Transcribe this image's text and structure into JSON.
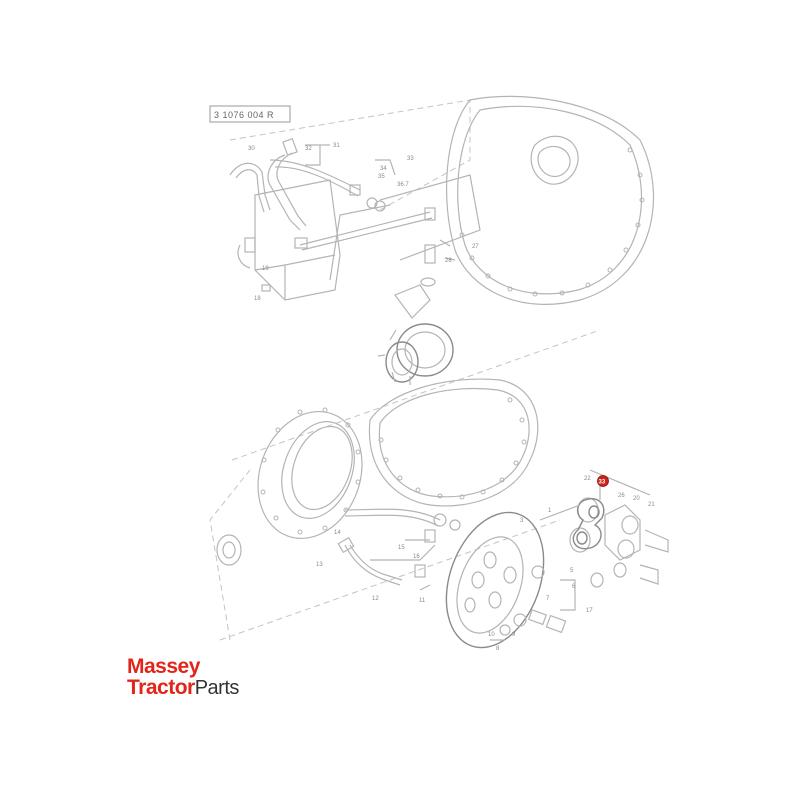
{
  "diagram": {
    "reference_code": "3 1076 004 R",
    "labels": [
      {
        "id": "p31",
        "text": "31"
      },
      {
        "id": "p32",
        "text": "32"
      },
      {
        "id": "p30",
        "text": "30"
      },
      {
        "id": "p33",
        "text": "33"
      },
      {
        "id": "p34",
        "text": "34"
      },
      {
        "id": "p35",
        "text": "35"
      },
      {
        "id": "p36",
        "text": "36.7"
      },
      {
        "id": "p27",
        "text": "27"
      },
      {
        "id": "p28",
        "text": "28"
      },
      {
        "id": "p19",
        "text": "19"
      },
      {
        "id": "p18",
        "text": "18"
      },
      {
        "id": "p14",
        "text": "14"
      },
      {
        "id": "p15",
        "text": "15"
      },
      {
        "id": "p16",
        "text": "16"
      },
      {
        "id": "p13",
        "text": "13"
      },
      {
        "id": "p12",
        "text": "12"
      },
      {
        "id": "p11",
        "text": "11"
      },
      {
        "id": "p5",
        "text": "5"
      },
      {
        "id": "p6",
        "text": "6"
      },
      {
        "id": "p7",
        "text": "7"
      },
      {
        "id": "p8",
        "text": "8"
      },
      {
        "id": "p9",
        "text": "9"
      },
      {
        "id": "p10",
        "text": "10"
      },
      {
        "id": "p17",
        "text": "17"
      },
      {
        "id": "p20",
        "text": "20"
      },
      {
        "id": "p21",
        "text": "21"
      },
      {
        "id": "p26",
        "text": "26"
      },
      {
        "id": "p22",
        "text": "22"
      },
      {
        "id": "p1",
        "text": "1"
      },
      {
        "id": "p3",
        "text": "3"
      }
    ],
    "highlight": {
      "text": "33",
      "color": "#d0201a"
    }
  },
  "brand": {
    "line1": "Massey",
    "line2_a": "Tractor",
    "line2_b": "Parts",
    "primary_color": "#e3241b",
    "secondary_color": "#333333"
  }
}
